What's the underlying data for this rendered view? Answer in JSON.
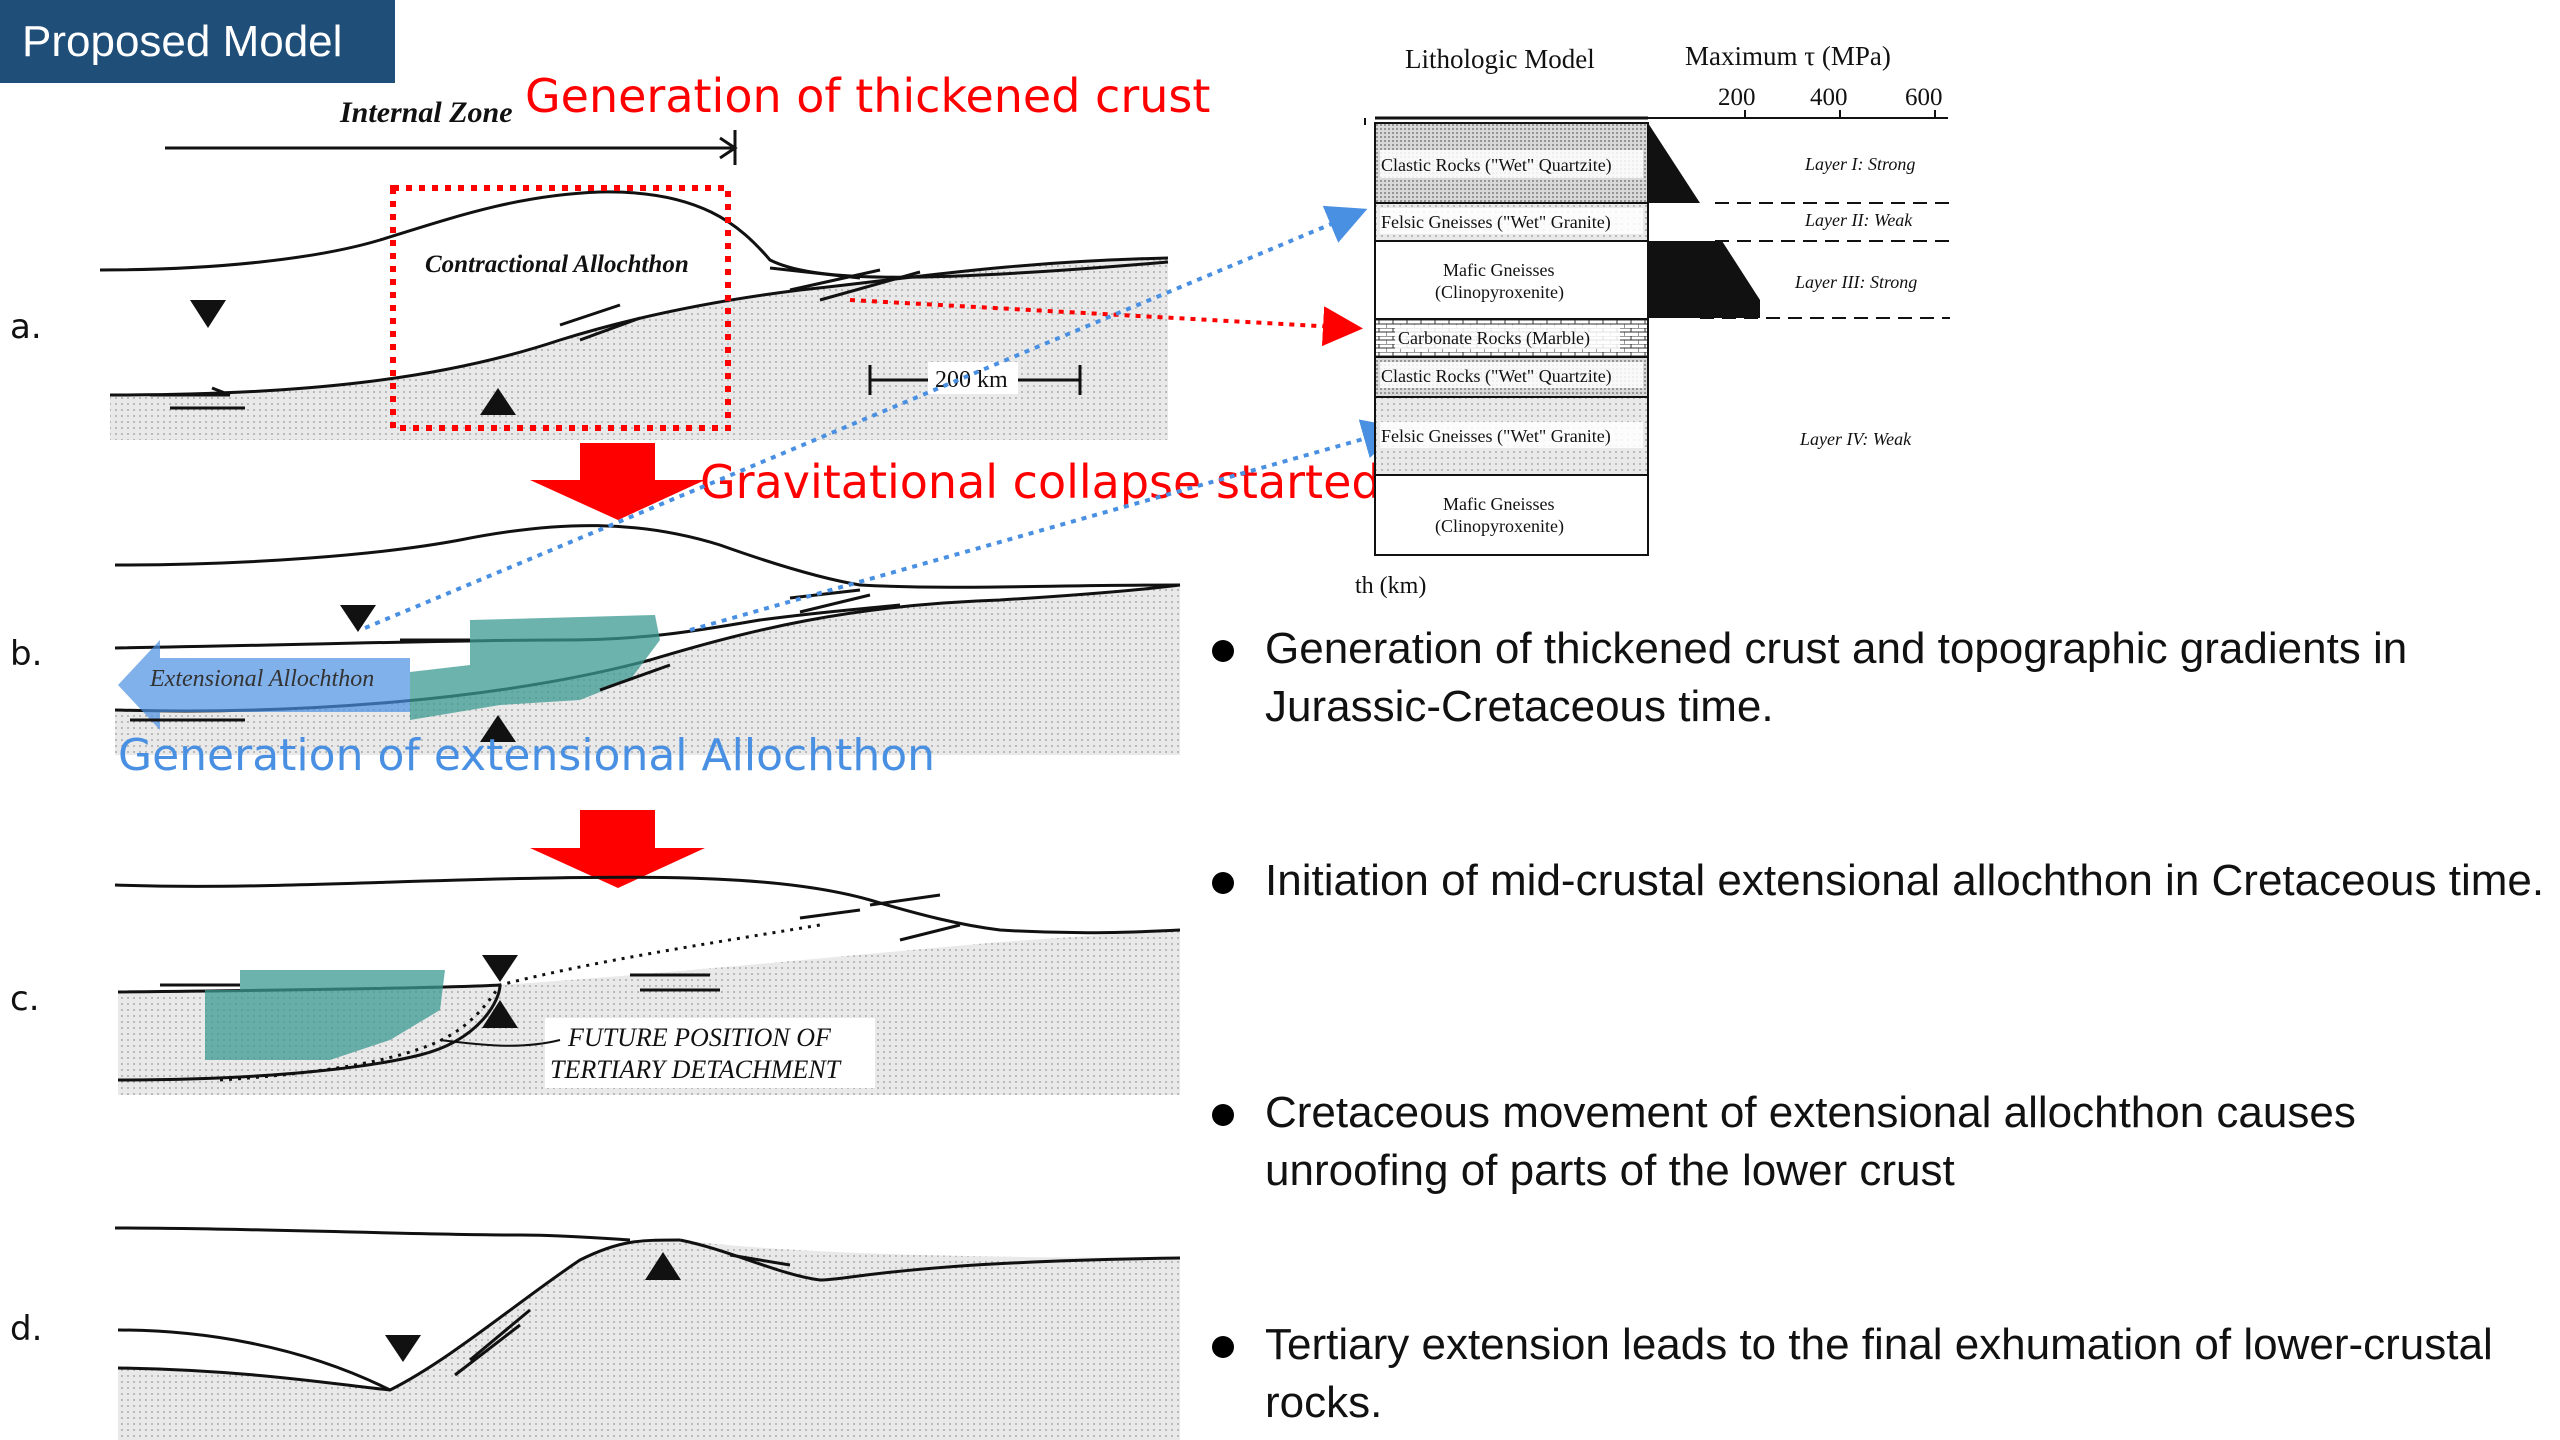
{
  "header": {
    "title": "Proposed Model"
  },
  "colors": {
    "red": "#ff0000",
    "blue": "#4a90e2",
    "teal": "#3c9a92",
    "badge": "#1f4e79"
  },
  "diagram": {
    "labels": {
      "internal_zone": "Internal Zone",
      "contractional": "Contractional Allochthon",
      "extensional": "Extensional Allochthon",
      "scale": "200 km",
      "future_line1": "FUTURE POSITION OF",
      "future_line2": "TERTIARY DETACHMENT"
    },
    "panels": [
      "a.",
      "b.",
      "c.",
      "d."
    ],
    "annotations": {
      "thickened": "Generation of thickened crust",
      "collapse": "Gravitational collapse started",
      "extensional": "Generation of extensional Allochthon"
    }
  },
  "lithologic": {
    "title": "Lithologic Model",
    "tau_title": "Maximum τ (MPa)",
    "ticks": [
      "200",
      "400",
      "600"
    ],
    "depth_label": "th (km)",
    "layers": [
      "Clastic Rocks (\"Wet\" Quartzite)",
      "Felsic Gneisses (\"Wet\" Granite)",
      "Mafic Gneisses",
      "(Clinopyroxenite)",
      "Carbonate Rocks (Marble)",
      "Clastic Rocks (\"Wet\" Quartzite)",
      "Felsic Gneisses (\"Wet\" Granite)",
      "Mafic Gneisses",
      "(Clinopyroxenite)"
    ],
    "strengths": [
      "Layer I: Strong",
      "Layer II: Weak",
      "Layer III: Strong",
      "Layer IV: Weak"
    ]
  },
  "bullets": [
    "Generation of thickened crust and topographic gradients in Jurassic-Cretaceous time.",
    "Initiation of mid-crustal extensional allochthon in Cretaceous time.",
    "Cretaceous movement of extensional allochthon causes unroofing of parts of the lower crust",
    "Tertiary extension leads to the final exhumation of lower-crustal rocks."
  ]
}
